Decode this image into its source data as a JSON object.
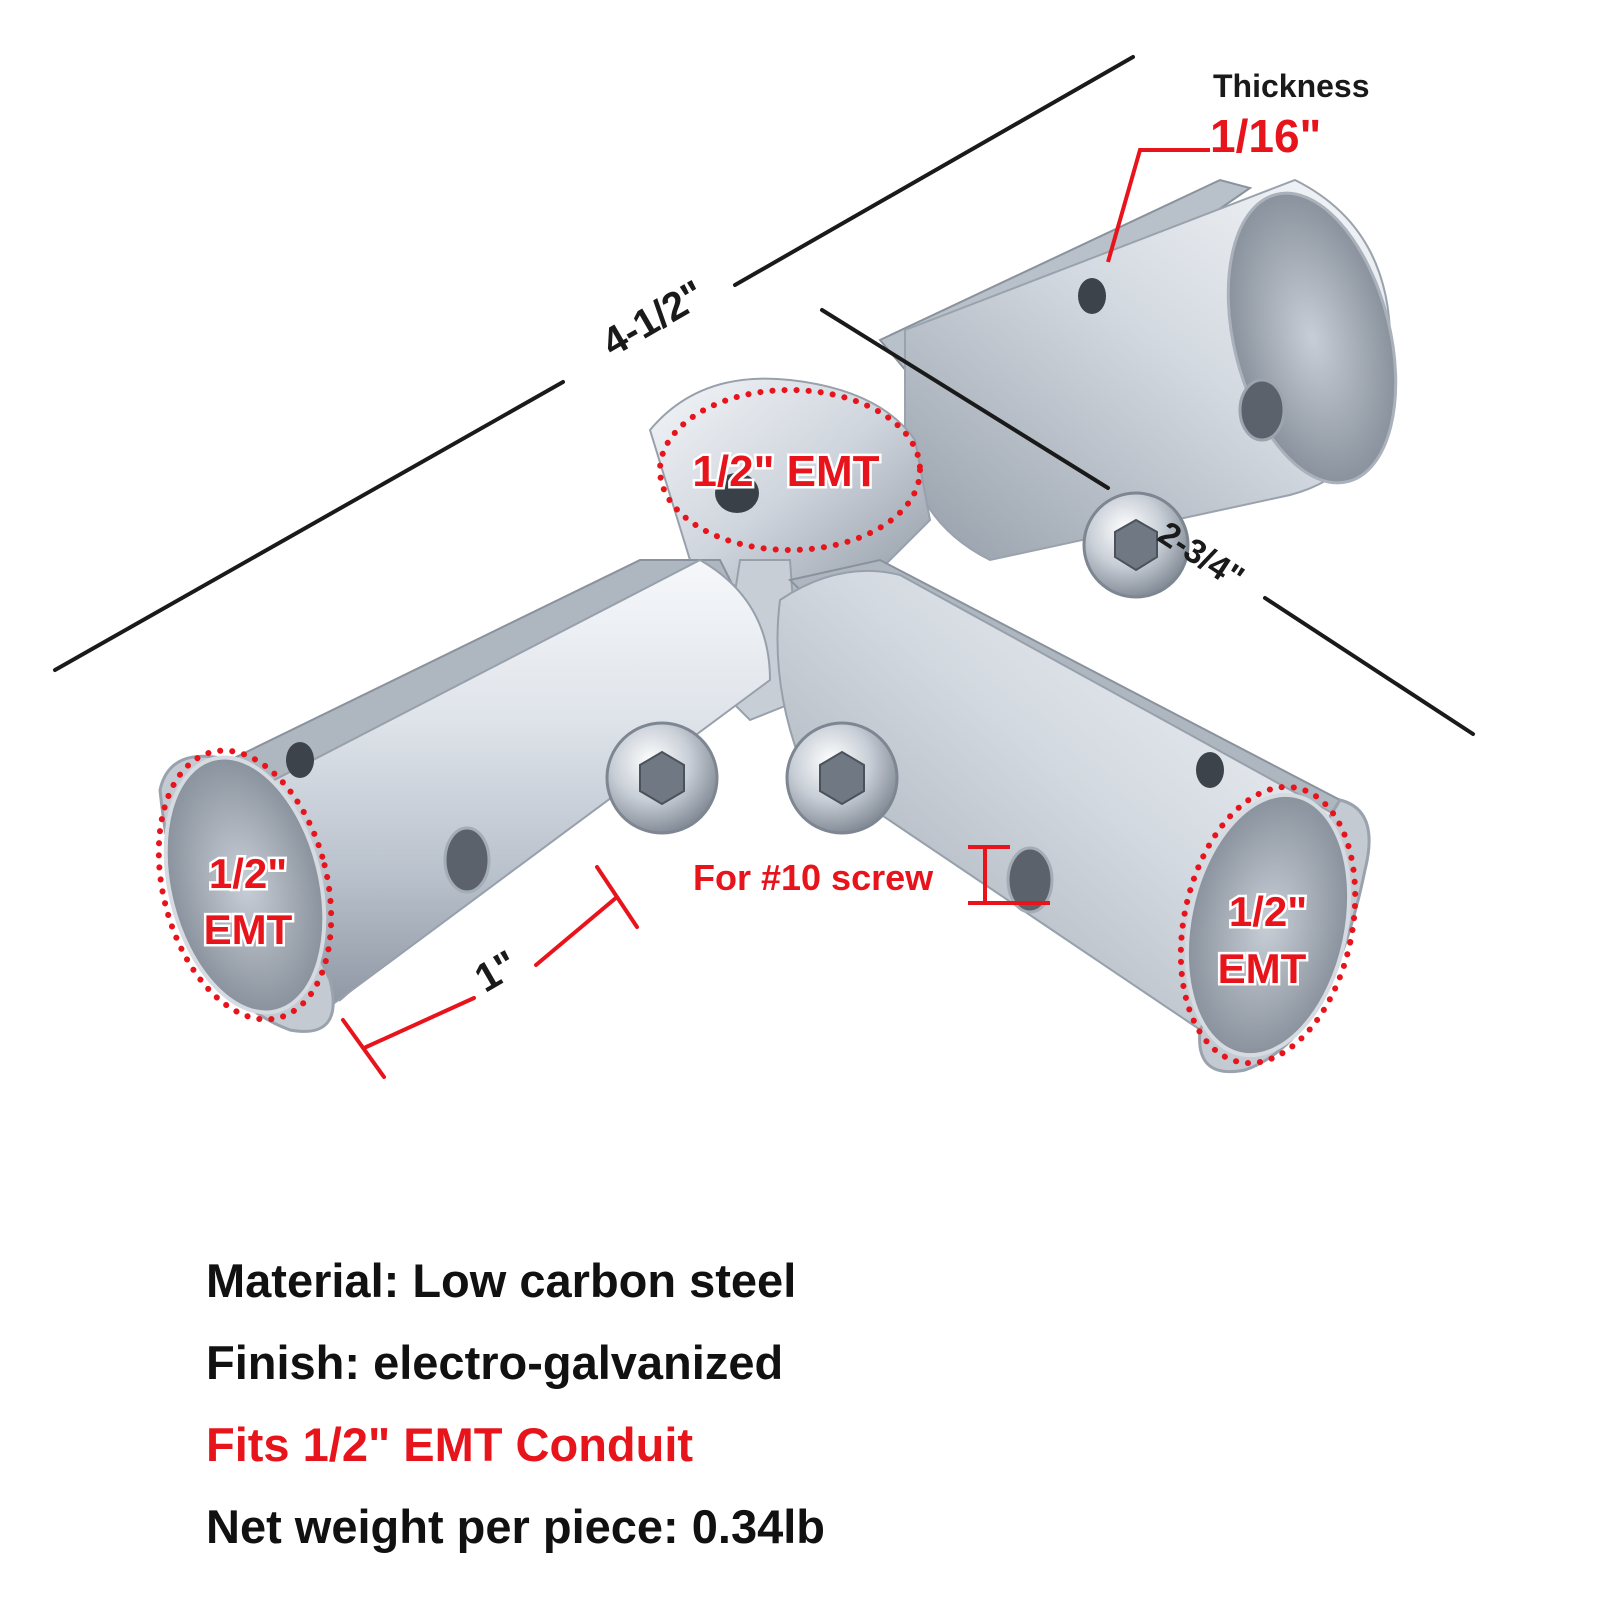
{
  "colors": {
    "accent_red": "#e8141c",
    "text_dark": "#111111",
    "metal_light": "#eef1f5",
    "metal_mid": "#c3cad4",
    "metal_dark": "#7c8591",
    "dimension_line": "#1a1a1a"
  },
  "icons": {
    "product": "tee-conduit-fitting-icon",
    "screw": "socket-head-screw-icon"
  },
  "dimensions": {
    "length": "4-1/2\"",
    "width": "2-3/4\"",
    "insert_depth": "1\"",
    "thickness_caption": "Thickness",
    "thickness_value": "1/16\""
  },
  "callouts": {
    "top_socket": "1/2\" EMT",
    "left_socket_line1": "1/2\"",
    "left_socket_line2": "EMT",
    "right_socket_line1": "1/2\"",
    "right_socket_line2": "EMT",
    "screw_note": "For #10 screw"
  },
  "specs": {
    "material": "Material: Low carbon steel",
    "finish": "Finish: electro-galvanized",
    "fit": "Fits 1/2\" EMT  Conduit",
    "weight": "Net weight per piece: 0.34lb"
  }
}
